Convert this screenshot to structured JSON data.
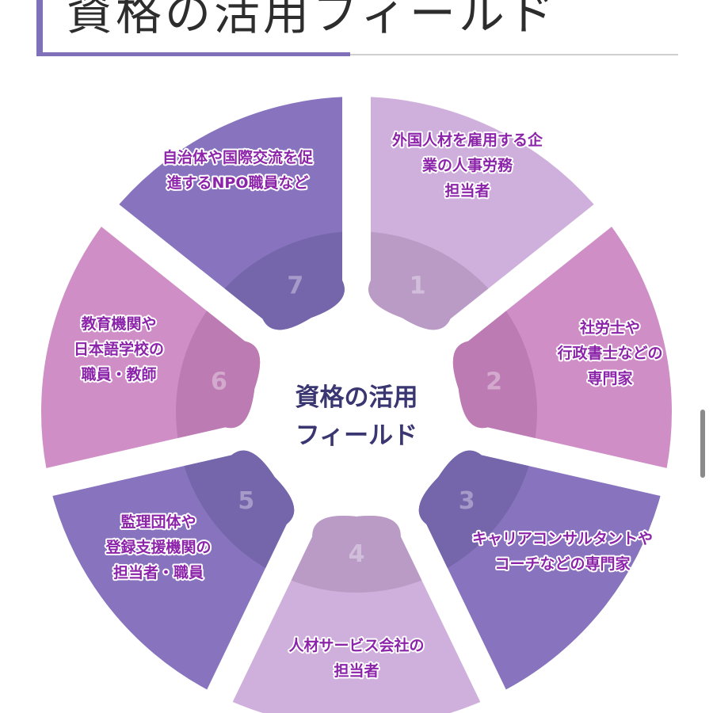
{
  "header": {
    "title": "資格の活用フィールド"
  },
  "diagram": {
    "center_title_line1": "資格の活用",
    "center_title_line2": "フィールド",
    "colors": {
      "lavender_outer": "#cfb0dc",
      "lavender_inner": "#b99bc6",
      "pink_outer": "#cf8fc6",
      "pink_inner": "#bc7cb3",
      "violet_outer": "#8773be",
      "violet_inner": "#7565ab",
      "label_text": "#8c24aa",
      "center_text": "#3a3672",
      "accent_bar": "#8070ba"
    },
    "segments": [
      {
        "number": "1",
        "lines": [
          "外国人材を雇用する企",
          "業の人事労務",
          "担当者"
        ],
        "theme": "lavender"
      },
      {
        "number": "2",
        "lines": [
          "社労士や",
          "行政書士などの",
          "専門家"
        ],
        "theme": "pink"
      },
      {
        "number": "3",
        "lines": [
          "キャリアコンサルタントや",
          "コーチなどの専門家"
        ],
        "theme": "violet"
      },
      {
        "number": "4",
        "lines": [
          "人材サービス会社の",
          "担当者"
        ],
        "theme": "lavender"
      },
      {
        "number": "5",
        "lines": [
          "監理団体や",
          "登録支援機関の",
          "担当者・職員"
        ],
        "theme": "violet"
      },
      {
        "number": "6",
        "lines": [
          "教育機関や",
          "日本語学校の",
          "職員・教師"
        ],
        "theme": "pink"
      },
      {
        "number": "7",
        "lines": [
          "自治体や国際交流を促",
          "進するNPO職員など"
        ],
        "theme": "violet"
      }
    ]
  }
}
